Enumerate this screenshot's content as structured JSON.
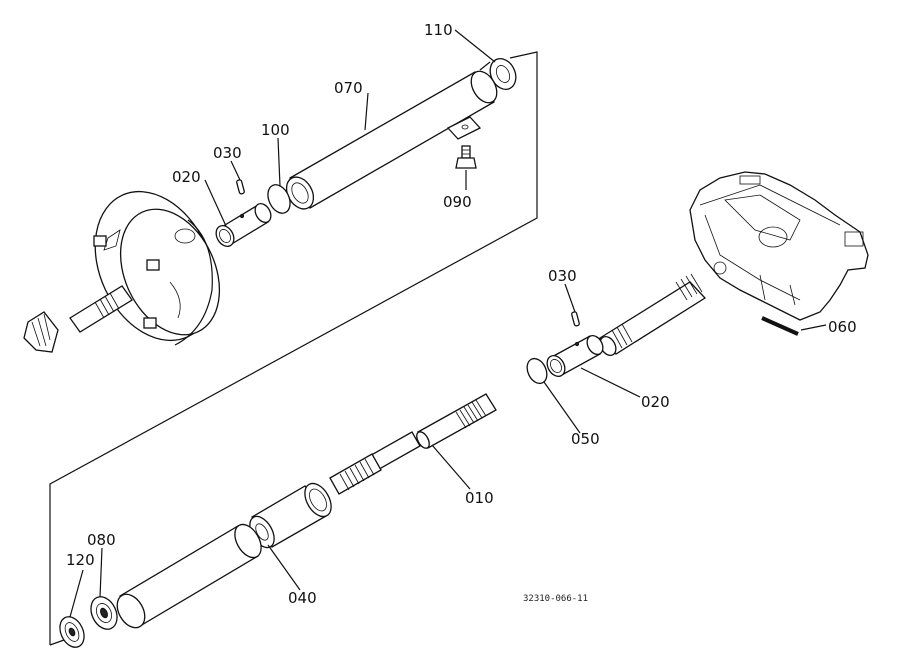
{
  "labels": {
    "p110": "110",
    "p070": "070",
    "p100": "100",
    "p030_top": "030",
    "p020_top": "020",
    "p090": "090",
    "p030_mid": "030",
    "p060": "060",
    "p020_mid": "020",
    "p050": "050",
    "p010": "010",
    "p040": "040",
    "p080": "080",
    "p120": "120"
  },
  "drawing_code": "32310-066-11"
}
